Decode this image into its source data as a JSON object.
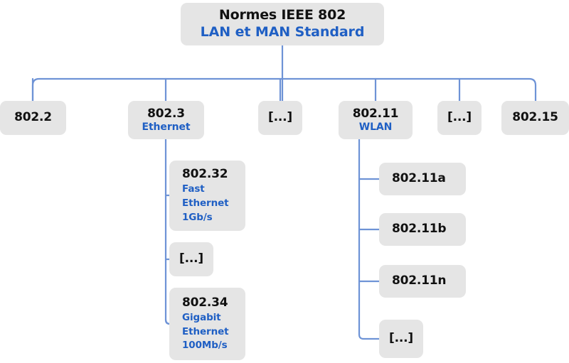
{
  "diagram": {
    "title": "Normes IEEE 802 - LAN et MAN Standard",
    "type": "tree",
    "colors": {
      "node_background": "#e5e5e5",
      "title_text": "#111111",
      "subtitle_text": "#1f5fc4",
      "connector_line": "#6e93d6",
      "page_background": "#ffffff"
    },
    "root": {
      "title": "Normes IEEE 802",
      "subtitle": "LAN et MAN Standard"
    },
    "level2": [
      {
        "title": "802.2",
        "subtitle": ""
      },
      {
        "title": "802.3",
        "subtitle": "Ethernet"
      },
      {
        "title": "[...]",
        "subtitle": ""
      },
      {
        "title": "802.11",
        "subtitle": "WLAN"
      },
      {
        "title": "[...]",
        "subtitle": ""
      },
      {
        "title": "802.15",
        "subtitle": ""
      }
    ],
    "ethernet_children": [
      {
        "title": "802.32",
        "sub1": "Fast",
        "sub2": "Ethernet",
        "sub3": "1Gb/s"
      },
      {
        "title": "[...]",
        "sub1": "",
        "sub2": "",
        "sub3": ""
      },
      {
        "title": "802.34",
        "sub1": "Gigabit",
        "sub2": "Ethernet",
        "sub3": "100Mb/s"
      }
    ],
    "wlan_children": [
      {
        "title": "802.11a"
      },
      {
        "title": "802.11b"
      },
      {
        "title": "802.11n"
      },
      {
        "title": "[...]"
      }
    ]
  }
}
